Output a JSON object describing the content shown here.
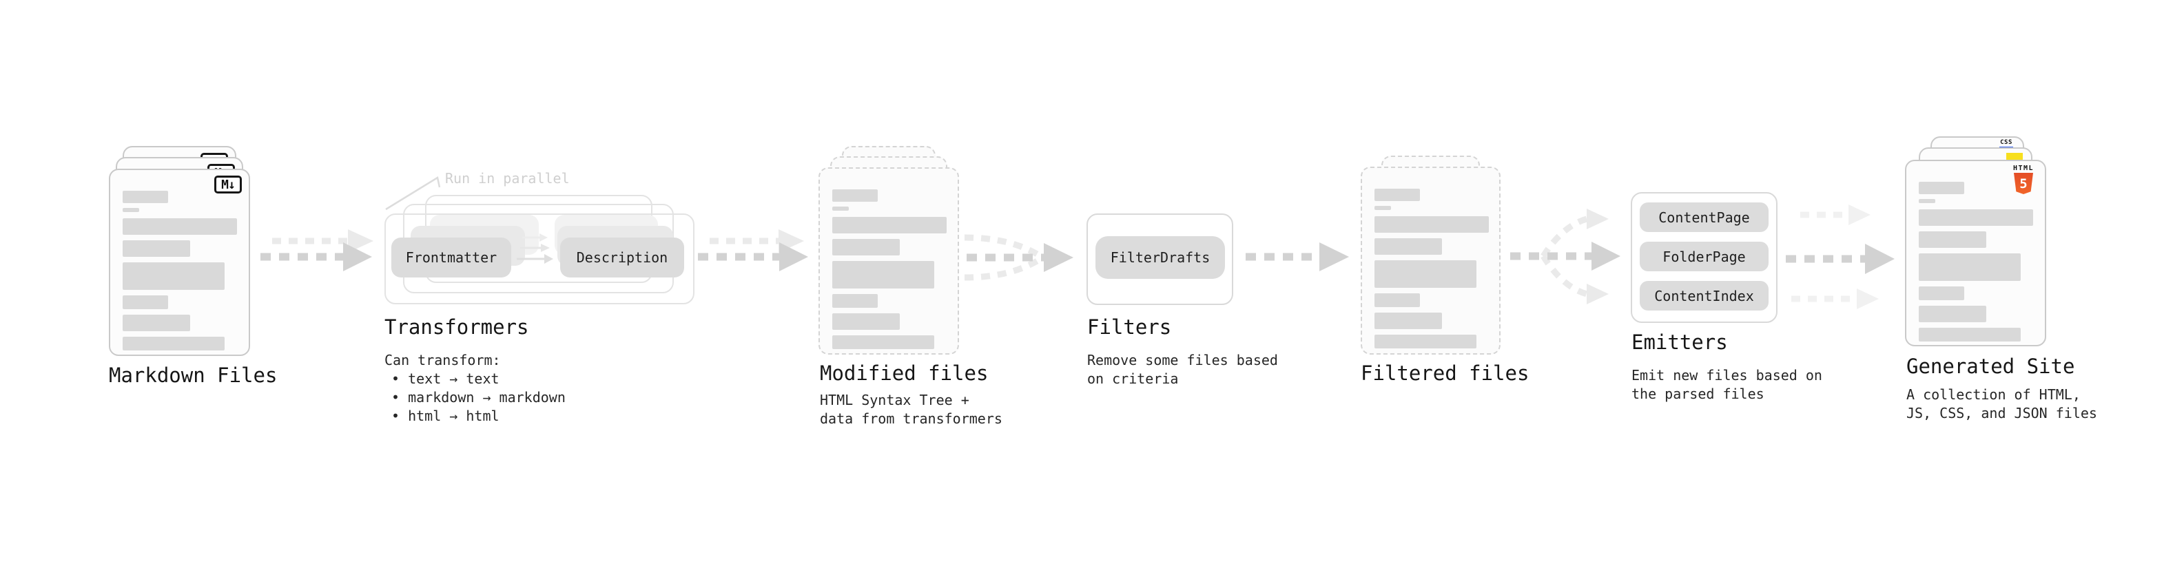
{
  "diagram": {
    "stages": {
      "markdown_files": {
        "title": "Markdown Files",
        "badge": "M↓"
      },
      "transformers": {
        "title": "Transformers",
        "annotation": "Run in parallel",
        "pill_from": "Frontmatter",
        "pill_to": "Description",
        "desc_lines": [
          "Can transform:",
          "• text → text",
          "• markdown → markdown",
          "• html → html"
        ]
      },
      "modified_files": {
        "title": "Modified files",
        "desc_lines": [
          "HTML Syntax Tree +",
          "data from transformers"
        ]
      },
      "filters": {
        "title": "Filters",
        "pill": "FilterDrafts",
        "desc_lines": [
          "Remove some files based",
          "on criteria"
        ]
      },
      "filtered_files": {
        "title": "Filtered files"
      },
      "emitters": {
        "title": "Emitters",
        "pills": [
          "ContentPage",
          "FolderPage",
          "ContentIndex"
        ],
        "desc_lines": [
          "Emit new files based on",
          "the parsed files"
        ]
      },
      "generated_site": {
        "title": "Generated Site",
        "html5_word": "HTML",
        "html5_number": "5",
        "css_word": "CSS",
        "desc_lines": [
          "A collection of HTML,",
          "JS, CSS, and JSON files"
        ]
      }
    },
    "colors": {
      "arrow_medium": "#d2d2d2",
      "arrow_light": "#eaeaea",
      "arrow_faint": "#f1f1f1",
      "pill_fill": "#dcdcdc",
      "card_border": "#c9c9c9",
      "dashed_border": "#d4d4d4",
      "bar_fill": "#d9d9d9",
      "title_text": "#161616",
      "body_text": "#262626",
      "annotation_text": "#cfcfcf",
      "html5_orange": "#e44d26",
      "js_yellow": "#f7df1e",
      "css_blue": "#2d5bf0"
    }
  }
}
